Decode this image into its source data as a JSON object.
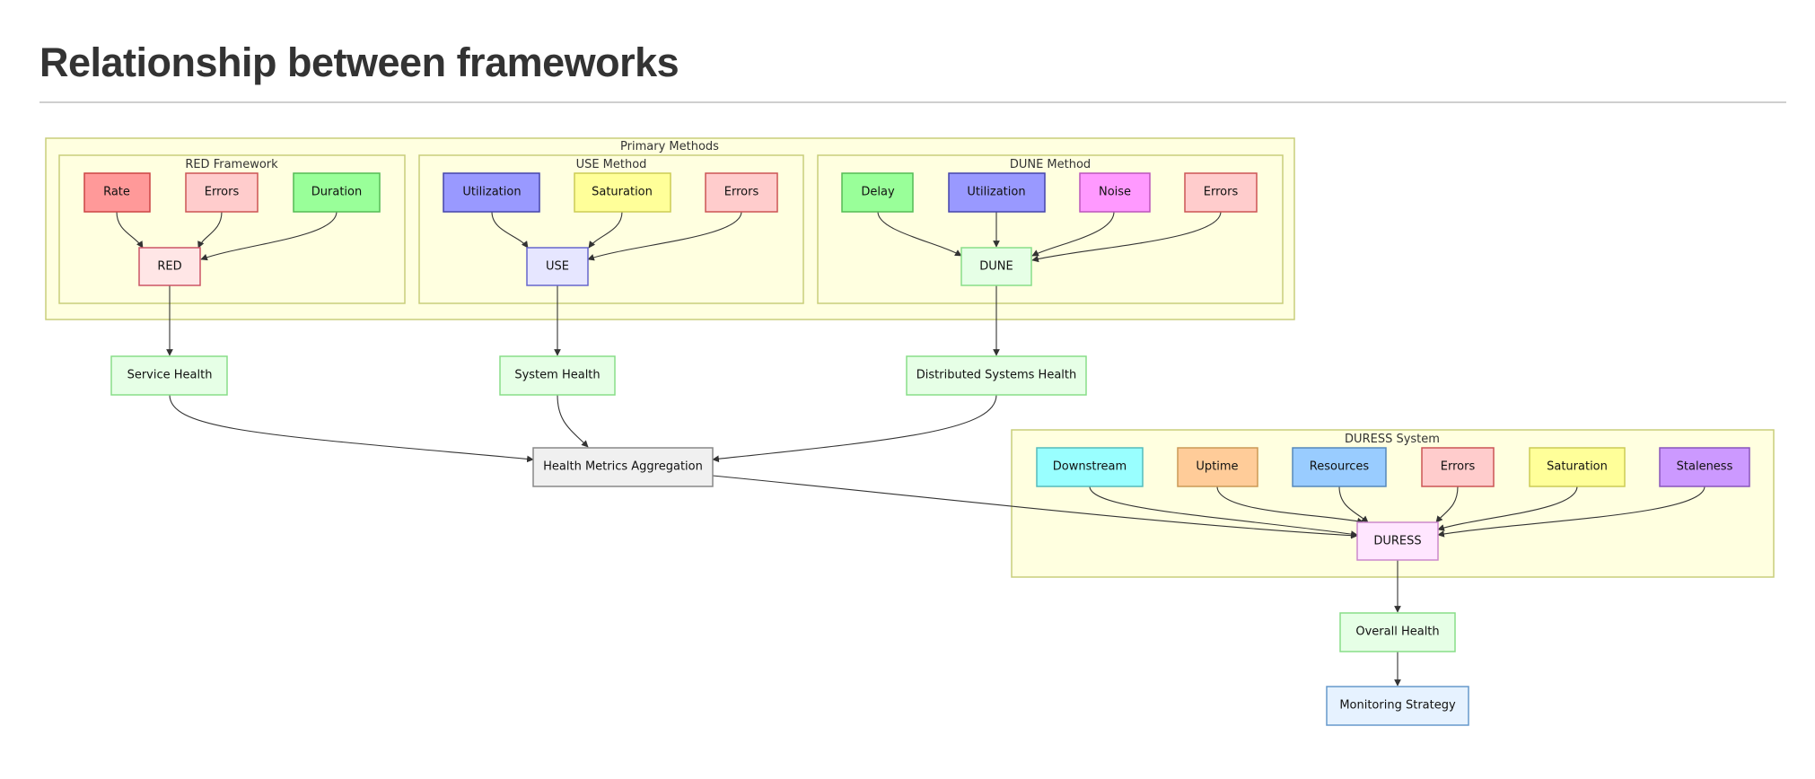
{
  "title": "Relationship between frameworks",
  "groups": {
    "primary": "Primary Methods",
    "red": "RED Framework",
    "use": "USE Method",
    "dune": "DUNE Method",
    "duress": "DURESS System"
  },
  "nodes": {
    "rate": "Rate",
    "red_errors": "Errors",
    "duration": "Duration",
    "red": "RED",
    "use_utilization": "Utilization",
    "use_saturation": "Saturation",
    "use_errors": "Errors",
    "use": "USE",
    "delay": "Delay",
    "dune_utilization": "Utilization",
    "noise": "Noise",
    "dune_errors": "Errors",
    "dune": "DUNE",
    "service_health": "Service Health",
    "system_health": "System Health",
    "distributed_health": "Distributed Systems Health",
    "aggregation": "Health Metrics Aggregation",
    "downstream": "Downstream",
    "uptime": "Uptime",
    "resources": "Resources",
    "duress_errors": "Errors",
    "duress_saturation": "Saturation",
    "staleness": "Staleness",
    "duress": "DURESS",
    "overall_health": "Overall Health",
    "monitoring_strategy": "Monitoring Strategy"
  },
  "colors": {
    "red_fill": "#ff9999",
    "red_stroke": "#cc4444",
    "pink_fill": "#ffcccc",
    "pink_stroke": "#cc5555",
    "green_fill": "#99ff99",
    "green_stroke": "#55bb55",
    "blue_fill": "#9999ff",
    "blue_stroke": "#4444aa",
    "yellow_fill": "#ffff99",
    "yellow_stroke": "#cccc55",
    "magenta_fill": "#ff99ff",
    "magenta_stroke": "#bb55bb",
    "cyan_fill": "#99ffff",
    "cyan_stroke": "#55bbbb",
    "orange_fill": "#ffcc99",
    "orange_stroke": "#cc9955",
    "lightblue_fill": "#99ccff",
    "lightblue_stroke": "#5588bb",
    "purple_fill": "#cc99ff",
    "purple_stroke": "#8855bb",
    "health_fill": "#e6ffe6",
    "health_stroke": "#88dd88",
    "agg_fill": "#f0f0f0",
    "agg_stroke": "#888888",
    "strategy_fill": "#e6f2ff",
    "strategy_stroke": "#6699cc"
  }
}
